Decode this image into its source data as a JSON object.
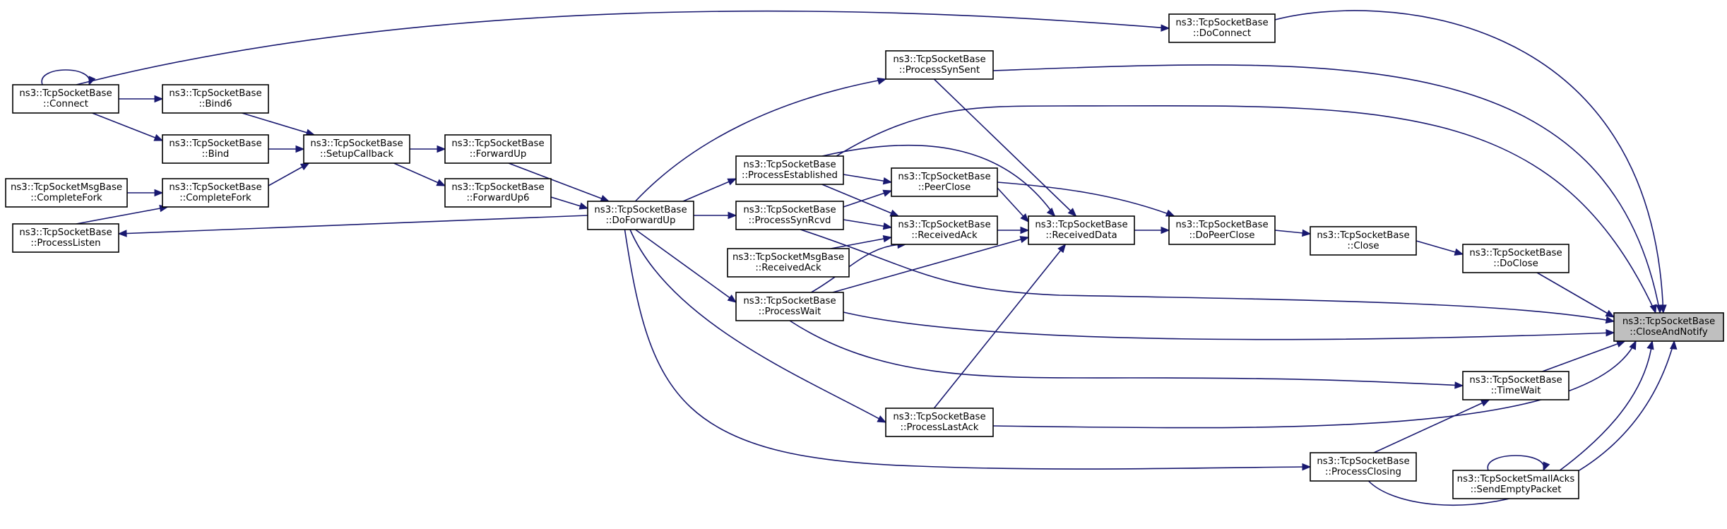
{
  "graph": {
    "title": "",
    "colors": {
      "edge": "#191970",
      "node_border": "#000000",
      "root_fill": "#bfbfbf",
      "node_fill": "#ffffff"
    },
    "nodes": [
      {
        "id": "connect",
        "lines": [
          "ns3::TcpSocketBase",
          "::Connect"
        ]
      },
      {
        "id": "bind6",
        "lines": [
          "ns3::TcpSocketBase",
          "::Bind6"
        ]
      },
      {
        "id": "bind",
        "lines": [
          "ns3::TcpSocketBase",
          "::Bind"
        ]
      },
      {
        "id": "msgcompletefork",
        "lines": [
          "ns3::TcpSocketMsgBase",
          "::CompleteFork"
        ]
      },
      {
        "id": "completefork",
        "lines": [
          "ns3::TcpSocketBase",
          "::CompleteFork"
        ]
      },
      {
        "id": "processlisten",
        "lines": [
          "ns3::TcpSocketBase",
          "::ProcessListen"
        ]
      },
      {
        "id": "setupcallback",
        "lines": [
          "ns3::TcpSocketBase",
          "::SetupCallback"
        ]
      },
      {
        "id": "forwardup",
        "lines": [
          "ns3::TcpSocketBase",
          "::ForwardUp"
        ]
      },
      {
        "id": "forwardup6",
        "lines": [
          "ns3::TcpSocketBase",
          "::ForwardUp6"
        ]
      },
      {
        "id": "doforwardup",
        "lines": [
          "ns3::TcpSocketBase",
          "::DoForwardUp"
        ]
      },
      {
        "id": "processestablished",
        "lines": [
          "ns3::TcpSocketBase",
          "::ProcessEstablished"
        ]
      },
      {
        "id": "processsynrcvd",
        "lines": [
          "ns3::TcpSocketBase",
          "::ProcessSynRcvd"
        ]
      },
      {
        "id": "msgreceivedack",
        "lines": [
          "ns3::TcpSocketMsgBase",
          "::ReceivedAck"
        ]
      },
      {
        "id": "processwait",
        "lines": [
          "ns3::TcpSocketBase",
          "::ProcessWait"
        ]
      },
      {
        "id": "processsynsent",
        "lines": [
          "ns3::TcpSocketBase",
          "::ProcessSynSent"
        ]
      },
      {
        "id": "peerclose",
        "lines": [
          "ns3::TcpSocketBase",
          "::PeerClose"
        ]
      },
      {
        "id": "receivedack",
        "lines": [
          "ns3::TcpSocketBase",
          "::ReceivedAck"
        ]
      },
      {
        "id": "processlastack",
        "lines": [
          "ns3::TcpSocketBase",
          "::ProcessLastAck"
        ]
      },
      {
        "id": "receiveddata",
        "lines": [
          "ns3::TcpSocketBase",
          "::ReceivedData"
        ]
      },
      {
        "id": "doconnect",
        "lines": [
          "ns3::TcpSocketBase",
          "::DoConnect"
        ]
      },
      {
        "id": "dopeerclose",
        "lines": [
          "ns3::TcpSocketBase",
          "::DoPeerClose"
        ]
      },
      {
        "id": "close",
        "lines": [
          "ns3::TcpSocketBase",
          "::Close"
        ]
      },
      {
        "id": "processclosing",
        "lines": [
          "ns3::TcpSocketBase",
          "::ProcessClosing"
        ]
      },
      {
        "id": "doclose",
        "lines": [
          "ns3::TcpSocketBase",
          "::DoClose"
        ]
      },
      {
        "id": "timewait",
        "lines": [
          "ns3::TcpSocketBase",
          "::TimeWait"
        ]
      },
      {
        "id": "sendemptypacket",
        "lines": [
          "ns3::TcpSocketSmallAcks",
          "::SendEmptyPacket"
        ]
      },
      {
        "id": "closeandnotify",
        "lines": [
          "ns3::TcpSocketBase",
          "::CloseAndNotify"
        ],
        "root": true
      }
    ],
    "edges": [
      [
        "connect",
        "connect"
      ],
      [
        "connect",
        "bind6"
      ],
      [
        "connect",
        "bind"
      ],
      [
        "bind6",
        "setupcallback"
      ],
      [
        "bind",
        "setupcallback"
      ],
      [
        "completefork",
        "setupcallback"
      ],
      [
        "msgcompletefork",
        "completefork"
      ],
      [
        "processlisten",
        "completefork"
      ],
      [
        "doforwardup",
        "processlisten"
      ],
      [
        "setupcallback",
        "forwardup"
      ],
      [
        "setupcallback",
        "forwardup6"
      ],
      [
        "forwardup",
        "doforwardup"
      ],
      [
        "forwardup6",
        "doforwardup"
      ],
      [
        "doforwardup",
        "processsynsent"
      ],
      [
        "doforwardup",
        "processestablished"
      ],
      [
        "doforwardup",
        "processsynrcvd"
      ],
      [
        "doforwardup",
        "processwait"
      ],
      [
        "doforwardup",
        "processlastack"
      ],
      [
        "doforwardup",
        "processclosing"
      ],
      [
        "connect",
        "doconnect"
      ],
      [
        "processestablished",
        "peerclose"
      ],
      [
        "processestablished",
        "receivedack"
      ],
      [
        "processestablished",
        "receiveddata"
      ],
      [
        "processsynrcvd",
        "peerclose"
      ],
      [
        "processsynrcvd",
        "receivedack"
      ],
      [
        "msgreceivedack",
        "receivedack"
      ],
      [
        "processwait",
        "receivedack"
      ],
      [
        "processwait",
        "receiveddata"
      ],
      [
        "processsynsent",
        "receiveddata"
      ],
      [
        "peerclose",
        "receiveddata"
      ],
      [
        "receivedack",
        "receiveddata"
      ],
      [
        "processlastack",
        "receiveddata"
      ],
      [
        "peerclose",
        "dopeerclose"
      ],
      [
        "receiveddata",
        "dopeerclose"
      ],
      [
        "dopeerclose",
        "close"
      ],
      [
        "close",
        "doclose"
      ],
      [
        "doclose",
        "closeandnotify"
      ],
      [
        "doconnect",
        "closeandnotify"
      ],
      [
        "processsynsent",
        "closeandnotify"
      ],
      [
        "processestablished",
        "closeandnotify"
      ],
      [
        "processsynrcvd",
        "closeandnotify"
      ],
      [
        "processwait",
        "closeandnotify"
      ],
      [
        "processwait",
        "timewait"
      ],
      [
        "timewait",
        "closeandnotify"
      ],
      [
        "processlastack",
        "closeandnotify"
      ],
      [
        "processclosing",
        "timewait"
      ],
      [
        "processclosing",
        "closeandnotify"
      ],
      [
        "sendemptypacket",
        "sendemptypacket"
      ],
      [
        "sendemptypacket",
        "closeandnotify"
      ]
    ]
  }
}
